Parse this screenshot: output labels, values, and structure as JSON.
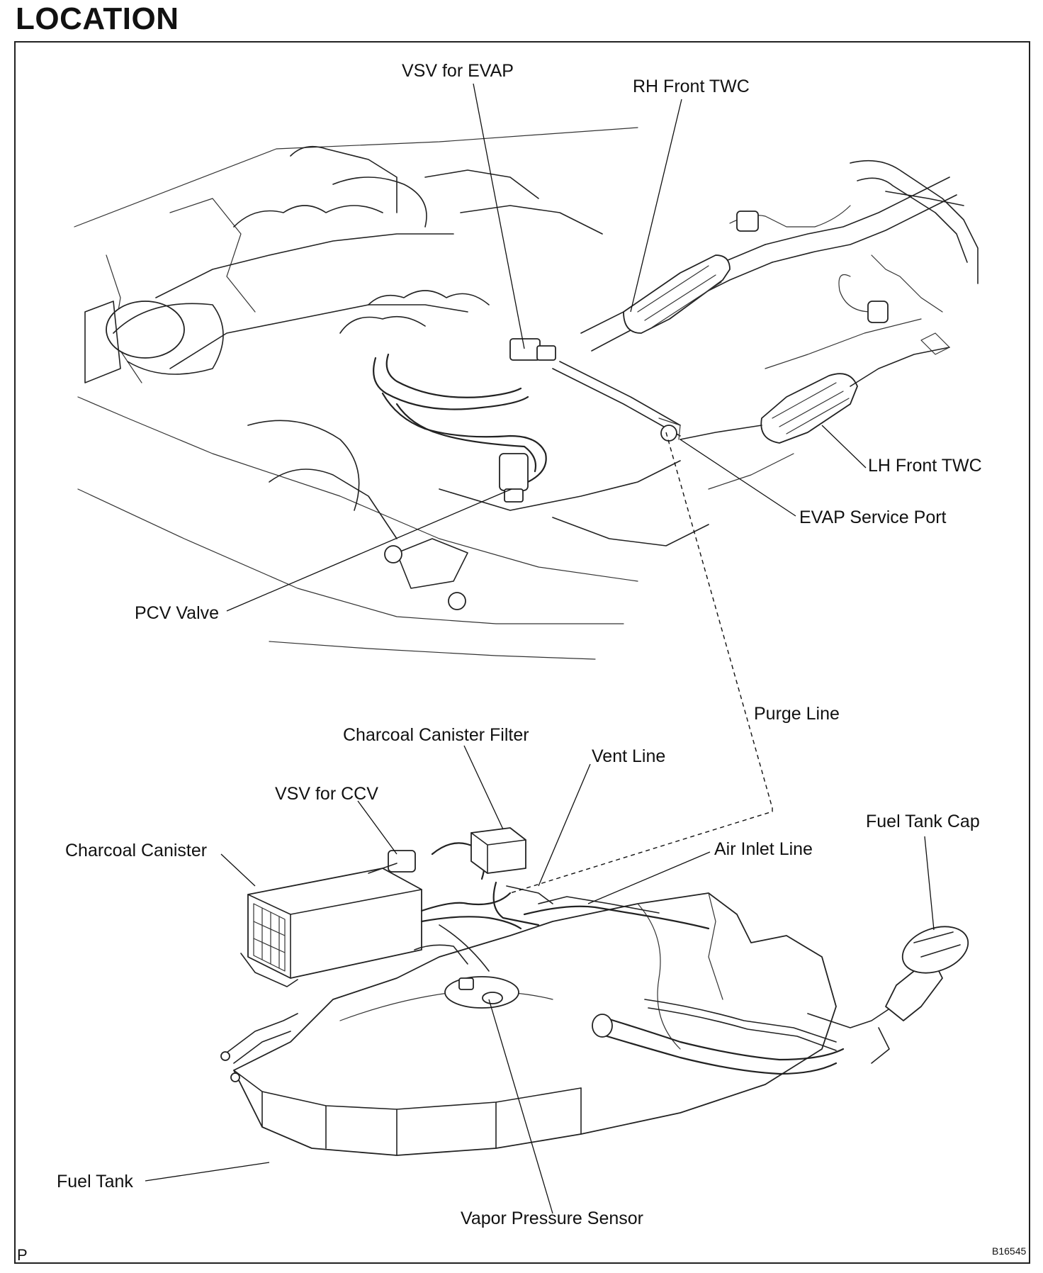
{
  "title": "LOCATION",
  "corner_mark": "P",
  "figure_code": "B16545",
  "labels": {
    "vsv_evap": "VSV for EVAP",
    "rh_front_twc": "RH Front TWC",
    "lh_front_twc": "LH Front TWC",
    "evap_service_port": "EVAP Service Port",
    "pcv_valve": "PCV Valve",
    "purge_line": "Purge Line",
    "charcoal_canister_filter": "Charcoal Canister Filter",
    "vent_line": "Vent Line",
    "vsv_ccv": "VSV for CCV",
    "charcoal_canister": "Charcoal Canister",
    "air_inlet_line": "Air Inlet Line",
    "fuel_tank_cap": "Fuel Tank Cap",
    "fuel_tank": "Fuel Tank",
    "vapor_pressure_sensor": "Vapor Pressure Sensor"
  }
}
